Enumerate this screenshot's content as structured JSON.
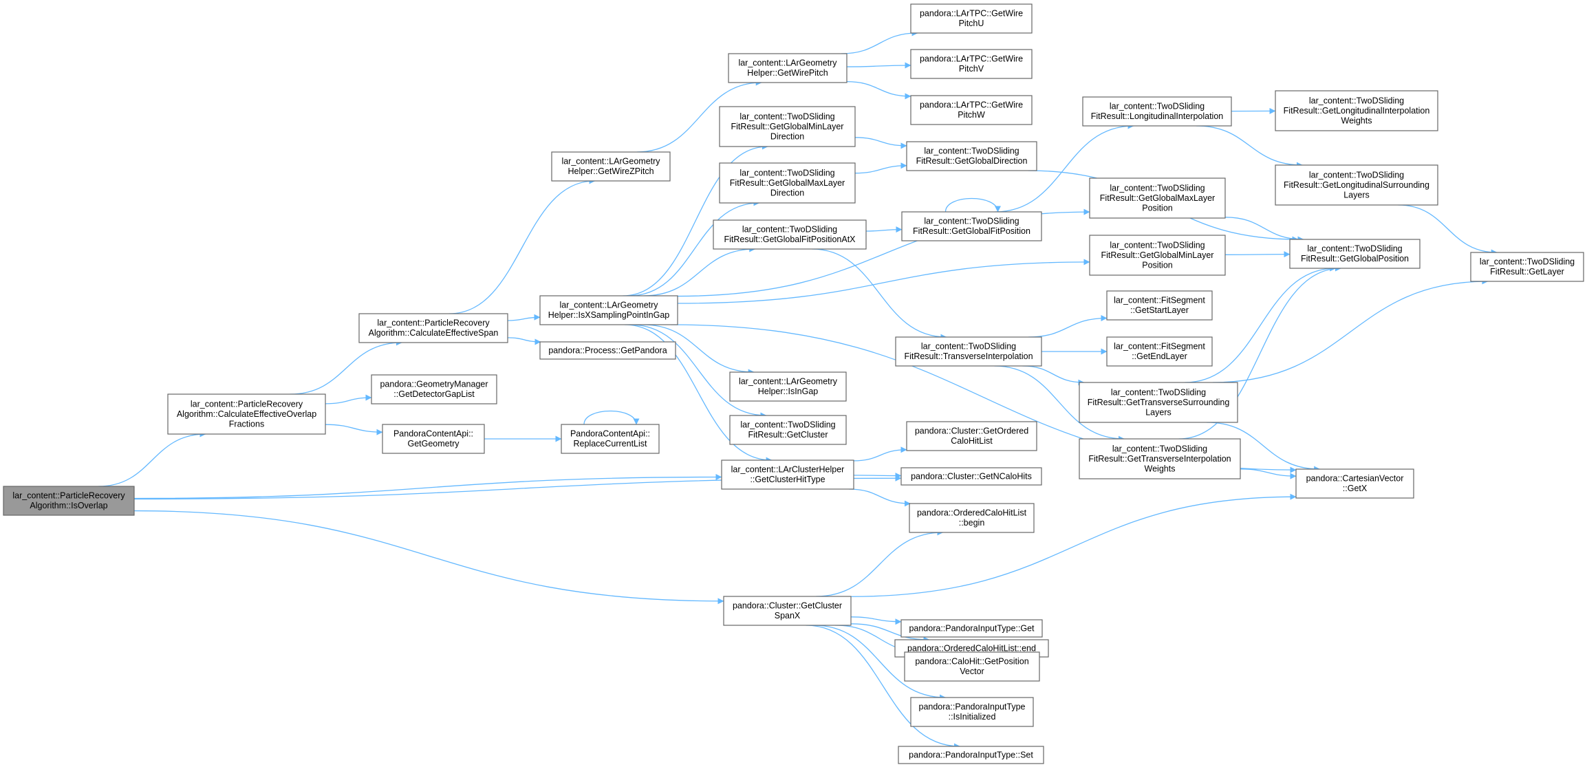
{
  "edge_color": "#63b8ff",
  "root_fill": "#999999",
  "node_border": "#666666",
  "nodes": [
    {
      "id": "isOverlap",
      "lines": [
        "lar_content::ParticleRecovery",
        "Algorithm::IsOverlap"
      ],
      "root": true
    },
    {
      "id": "calcOverlap",
      "lines": [
        "lar_content::ParticleRecovery",
        "Algorithm::CalculateEffectiveOverlap",
        "Fractions"
      ]
    },
    {
      "id": "calcSpan",
      "lines": [
        "lar_content::ParticleRecovery",
        "Algorithm::CalculateEffectiveSpan"
      ]
    },
    {
      "id": "getDetGap",
      "lines": [
        "pandora::GeometryManager",
        "::GetDetectorGapList"
      ]
    },
    {
      "id": "getGeometry",
      "lines": [
        "PandoraContentApi::",
        "GetGeometry"
      ]
    },
    {
      "id": "replaceList",
      "lines": [
        "PandoraContentApi::",
        "ReplaceCurrentList"
      ]
    },
    {
      "id": "getWireZPitch",
      "lines": [
        "lar_content::LArGeometry",
        "Helper::GetWireZPitch"
      ]
    },
    {
      "id": "getWirePitch",
      "lines": [
        "lar_content::LArGeometry",
        "Helper::GetWirePitch"
      ]
    },
    {
      "id": "pitchU",
      "lines": [
        "pandora::LArTPC::GetWire",
        "PitchU"
      ]
    },
    {
      "id": "pitchV",
      "lines": [
        "pandora::LArTPC::GetWire",
        "PitchV"
      ]
    },
    {
      "id": "pitchW",
      "lines": [
        "pandora::LArTPC::GetWire",
        "PitchW"
      ]
    },
    {
      "id": "isXSampling",
      "lines": [
        "lar_content::LArGeometry",
        "Helper::IsXSamplingPointInGap"
      ]
    },
    {
      "id": "getPandora",
      "lines": [
        "pandora::Process::GetPandora"
      ]
    },
    {
      "id": "gMinLayerDir",
      "lines": [
        "lar_content::TwoDSliding",
        "FitResult::GetGlobalMinLayer",
        "Direction"
      ]
    },
    {
      "id": "gMaxLayerDir",
      "lines": [
        "lar_content::TwoDSliding",
        "FitResult::GetGlobalMaxLayer",
        "Direction"
      ]
    },
    {
      "id": "gFitPosAtX",
      "lines": [
        "lar_content::TwoDSliding",
        "FitResult::GetGlobalFitPositionAtX"
      ]
    },
    {
      "id": "isInGap",
      "lines": [
        "lar_content::LArGeometry",
        "Helper::IsInGap"
      ]
    },
    {
      "id": "getClusterFit",
      "lines": [
        "lar_content::TwoDSliding",
        "FitResult::GetCluster"
      ]
    },
    {
      "id": "clusterHitType",
      "lines": [
        "lar_content::LArClusterHelper",
        "::GetClusterHitType"
      ]
    },
    {
      "id": "gDirection",
      "lines": [
        "lar_content::TwoDSliding",
        "FitResult::GetGlobalDirection"
      ]
    },
    {
      "id": "gFitPosition",
      "lines": [
        "lar_content::TwoDSliding",
        "FitResult::GetGlobalFitPosition"
      ]
    },
    {
      "id": "transInterp",
      "lines": [
        "lar_content::TwoDSliding",
        "FitResult::TransverseInterpolation"
      ]
    },
    {
      "id": "orderedCaloHitList",
      "lines": [
        "pandora::Cluster::GetOrdered",
        "CaloHitList"
      ]
    },
    {
      "id": "getNCaloHits",
      "lines": [
        "pandora::Cluster::GetNCaloHits"
      ]
    },
    {
      "id": "begin",
      "lines": [
        "pandora::OrderedCaloHitList",
        "::begin"
      ]
    },
    {
      "id": "clusterSpanX",
      "lines": [
        "pandora::Cluster::GetCluster",
        "SpanX"
      ]
    },
    {
      "id": "end",
      "lines": [
        "pandora::OrderedCaloHitList::end"
      ]
    },
    {
      "id": "inputGet",
      "lines": [
        "pandora::PandoraInputType::Get"
      ]
    },
    {
      "id": "positionVector",
      "lines": [
        "pandora::CaloHit::GetPosition",
        "Vector"
      ]
    },
    {
      "id": "isInitialized",
      "lines": [
        "pandora::PandoraInputType",
        "::IsInitialized"
      ]
    },
    {
      "id": "inputSet",
      "lines": [
        "pandora::PandoraInputType::Set"
      ]
    },
    {
      "id": "longInterp",
      "lines": [
        "lar_content::TwoDSliding",
        "FitResult::LongitudinalInterpolation"
      ]
    },
    {
      "id": "gMaxLayerPos",
      "lines": [
        "lar_content::TwoDSliding",
        "FitResult::GetGlobalMaxLayer",
        "Position"
      ]
    },
    {
      "id": "gMinLayerPos",
      "lines": [
        "lar_content::TwoDSliding",
        "FitResult::GetGlobalMinLayer",
        "Position"
      ]
    },
    {
      "id": "startLayer",
      "lines": [
        "lar_content::FitSegment",
        "::GetStartLayer"
      ]
    },
    {
      "id": "endLayer",
      "lines": [
        "lar_content::FitSegment",
        "::GetEndLayer"
      ]
    },
    {
      "id": "transSurround",
      "lines": [
        "lar_content::TwoDSliding",
        "FitResult::GetTransverseSurrounding",
        "Layers"
      ]
    },
    {
      "id": "transWeights",
      "lines": [
        "lar_content::TwoDSliding",
        "FitResult::GetTransverseInterpolation",
        "Weights"
      ]
    },
    {
      "id": "longWeights",
      "lines": [
        "lar_content::TwoDSliding",
        "FitResult::GetLongitudinalInterpolation",
        "Weights"
      ]
    },
    {
      "id": "longSurround",
      "lines": [
        "lar_content::TwoDSliding",
        "FitResult::GetLongitudinalSurrounding",
        "Layers"
      ]
    },
    {
      "id": "gPosition",
      "lines": [
        "lar_content::TwoDSliding",
        "FitResult::GetGlobalPosition"
      ]
    },
    {
      "id": "cartGetX",
      "lines": [
        "pandora::CartesianVector",
        "::GetX"
      ]
    },
    {
      "id": "getLayer",
      "lines": [
        "lar_content::TwoDSliding",
        "FitResult::GetLayer"
      ]
    }
  ],
  "edges": [
    [
      "isOverlap",
      "calcOverlap"
    ],
    [
      "isOverlap",
      "clusterHitType"
    ],
    [
      "isOverlap",
      "getNCaloHits"
    ],
    [
      "isOverlap",
      "clusterSpanX"
    ],
    [
      "calcOverlap",
      "calcSpan"
    ],
    [
      "calcOverlap",
      "getDetGap"
    ],
    [
      "calcOverlap",
      "getGeometry"
    ],
    [
      "calcSpan",
      "getWireZPitch"
    ],
    [
      "calcSpan",
      "isXSampling"
    ],
    [
      "calcSpan",
      "getPandora"
    ],
    [
      "getGeometry",
      "replaceList"
    ],
    [
      "replaceList",
      "replaceList"
    ],
    [
      "getWireZPitch",
      "getWirePitch"
    ],
    [
      "getWirePitch",
      "pitchU"
    ],
    [
      "getWirePitch",
      "pitchV"
    ],
    [
      "getWirePitch",
      "pitchW"
    ],
    [
      "isXSampling",
      "gMinLayerDir"
    ],
    [
      "isXSampling",
      "gMaxLayerDir"
    ],
    [
      "isXSampling",
      "gFitPosAtX"
    ],
    [
      "isXSampling",
      "gMaxLayerPos"
    ],
    [
      "isXSampling",
      "gMinLayerPos"
    ],
    [
      "isXSampling",
      "isInGap"
    ],
    [
      "isXSampling",
      "getClusterFit"
    ],
    [
      "isXSampling",
      "clusterHitType"
    ],
    [
      "isXSampling",
      "cartGetX"
    ],
    [
      "gMinLayerDir",
      "gDirection"
    ],
    [
      "gMaxLayerDir",
      "gDirection"
    ],
    [
      "gFitPosAtX",
      "gFitPosition"
    ],
    [
      "gFitPosAtX",
      "transInterp"
    ],
    [
      "gDirection",
      "gPosition"
    ],
    [
      "gFitPosition",
      "gFitPosition"
    ],
    [
      "gFitPosition",
      "longInterp"
    ],
    [
      "longInterp",
      "longWeights"
    ],
    [
      "longInterp",
      "longSurround"
    ],
    [
      "longSurround",
      "getLayer"
    ],
    [
      "gMaxLayerPos",
      "gPosition"
    ],
    [
      "gMinLayerPos",
      "gPosition"
    ],
    [
      "transInterp",
      "startLayer"
    ],
    [
      "transInterp",
      "endLayer"
    ],
    [
      "transInterp",
      "transSurround"
    ],
    [
      "transInterp",
      "transWeights"
    ],
    [
      "transSurround",
      "gPosition"
    ],
    [
      "transSurround",
      "getLayer"
    ],
    [
      "transSurround",
      "cartGetX"
    ],
    [
      "transWeights",
      "gPosition"
    ],
    [
      "transWeights",
      "cartGetX"
    ],
    [
      "clusterHitType",
      "orderedCaloHitList"
    ],
    [
      "clusterHitType",
      "getNCaloHits"
    ],
    [
      "clusterHitType",
      "begin"
    ],
    [
      "clusterSpanX",
      "begin"
    ],
    [
      "clusterSpanX",
      "cartGetX"
    ],
    [
      "clusterSpanX",
      "end"
    ],
    [
      "clusterSpanX",
      "inputGet"
    ],
    [
      "clusterSpanX",
      "positionVector"
    ],
    [
      "clusterSpanX",
      "isInitialized"
    ],
    [
      "clusterSpanX",
      "inputSet"
    ]
  ]
}
